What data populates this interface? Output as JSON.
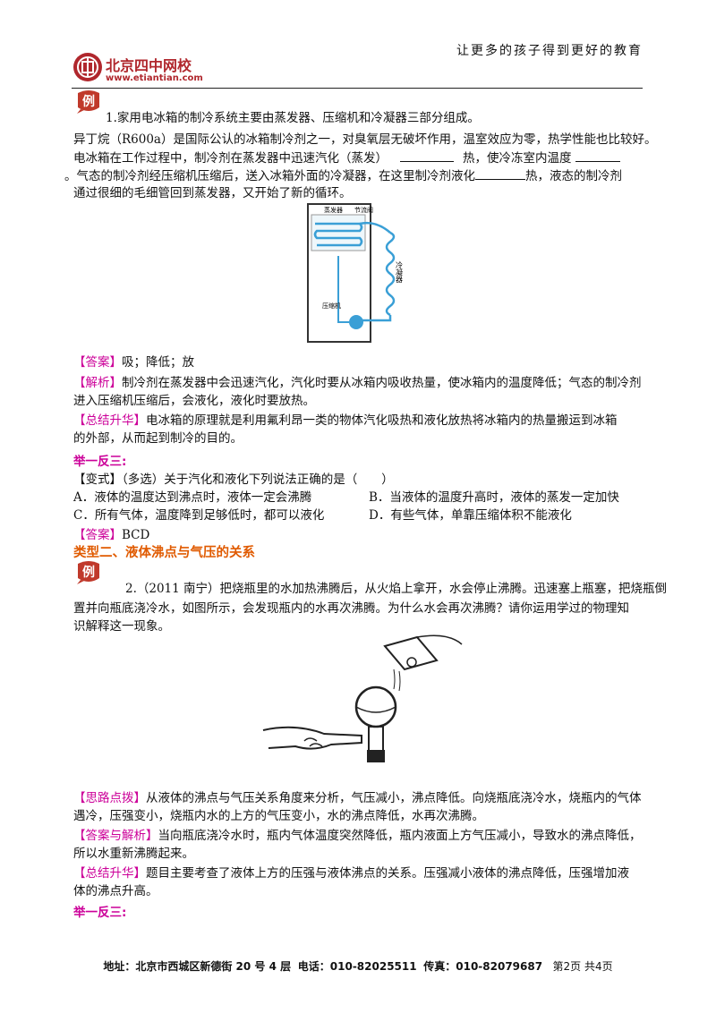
{
  "header": {
    "logo_text": "北京四中网校",
    "logo_url": "www.etiantian.com",
    "slogan": "让更多的孩子得到更好的教育"
  },
  "example_badge": "例",
  "q1": {
    "line1": "1.家用电冰箱的制冷系统主要由蒸发器、压缩机和冷凝器三部分组成。",
    "line2": "异丁烷（R600a）是国际公认的冰箱制冷剂之一，对臭氧层无破坏作用，温室效应为零，热学性能也比较好。",
    "line3a": "电冰箱在工作过程中，制冷剂在蒸发器中迅速汽化（蒸发）",
    "line3b": "热，使冷冻室内温度",
    "line4a": "。气态的制冷剂经压缩机压缩后，送入冰箱外面的冷凝器，在这里制冷剂液化",
    "line4b": "热，液态的制冷剂",
    "line5": "通过很细的毛细管回到蒸发器，又开始了新的循环。",
    "fig_labels": {
      "evaporator": "蒸发器",
      "valve": "节流阀",
      "condenser": "冷凝器",
      "compressor": "压缩机"
    },
    "answer_tag": "【答案】",
    "answer": "吸；降低；放",
    "analysis_tag": "【解析】",
    "analysis1": "制冷剂在蒸发器中会迅速汽化，汽化时要从冰箱内吸收热量，使冰箱内的温度降低；气态的制冷剂",
    "analysis2": "进入压缩机压缩后，会液化，液化时要放热。",
    "summary_tag": "【总结升华】",
    "summary1": "电冰箱的原理就是利用氟利昂一类的物体汽化吸热和液化放热将冰箱内的热量搬运到冰箱",
    "summary2": "的外部，从而起到制冷的目的。"
  },
  "practice1": {
    "title": "举一反三:",
    "stem": "【变式】（多选）关于汽化和液化下列说法正确的是（　　）",
    "optA": "A．液体的温度达到沸点时，液体一定会沸腾",
    "optB": "B．当液体的温度升高时，液体的蒸发一定加快",
    "optC": "C．所有气体，温度降到足够低时，都可以液化",
    "optD": "D．有些气体，单靠压缩体积不能液化",
    "answer_tag": "【答案】",
    "answer": "BCD"
  },
  "section2_title": "类型二、液体沸点与气压的关系",
  "q2": {
    "line1": "2.（2011 南宁）把烧瓶里的水加热沸腾后，从火焰上拿开，水会停止沸腾。迅速塞上瓶塞，把烧瓶倒",
    "line2": "置并向瓶底浇冷水，如图所示，会发现瓶内的水再次沸腾。为什么水会再次沸腾？请你运用学过的物理知",
    "line3": "识解释这一现象。",
    "hint_tag": "【思路点拨】",
    "hint1": "从液体的沸点与气压关系角度来分析，气压减小，沸点降低。向烧瓶底浇冷水，烧瓶内的气体",
    "hint2": "遇冷，压强变小，烧瓶内水的上方的气压变小，水的沸点降低，水再次沸腾。",
    "answer_tag": "【答案与解析】",
    "answer1": "当向瓶底浇冷水时，瓶内气体温度突然降低，瓶内液面上方气压减小，导致水的沸点降低，",
    "answer2": "所以水重新沸腾起来。",
    "summary_tag": "【总结升华】",
    "summary1": "题目主要考查了液体上方的压强与液体沸点的关系。压强减小液体的沸点降低，压强增加液",
    "summary2": "体的沸点升高。"
  },
  "practice2": {
    "title": "举一反三:"
  },
  "footer": {
    "address": "地址：北京市西城区新德街 20 号 4 层",
    "phone": "电话：010-82025511",
    "fax": "传真：010-82079687",
    "page": "第2页 共4页"
  },
  "colors": {
    "tag": "#cc0099",
    "section": "#e05a00",
    "logo": "#b0272d",
    "badge": "#c0392b"
  }
}
